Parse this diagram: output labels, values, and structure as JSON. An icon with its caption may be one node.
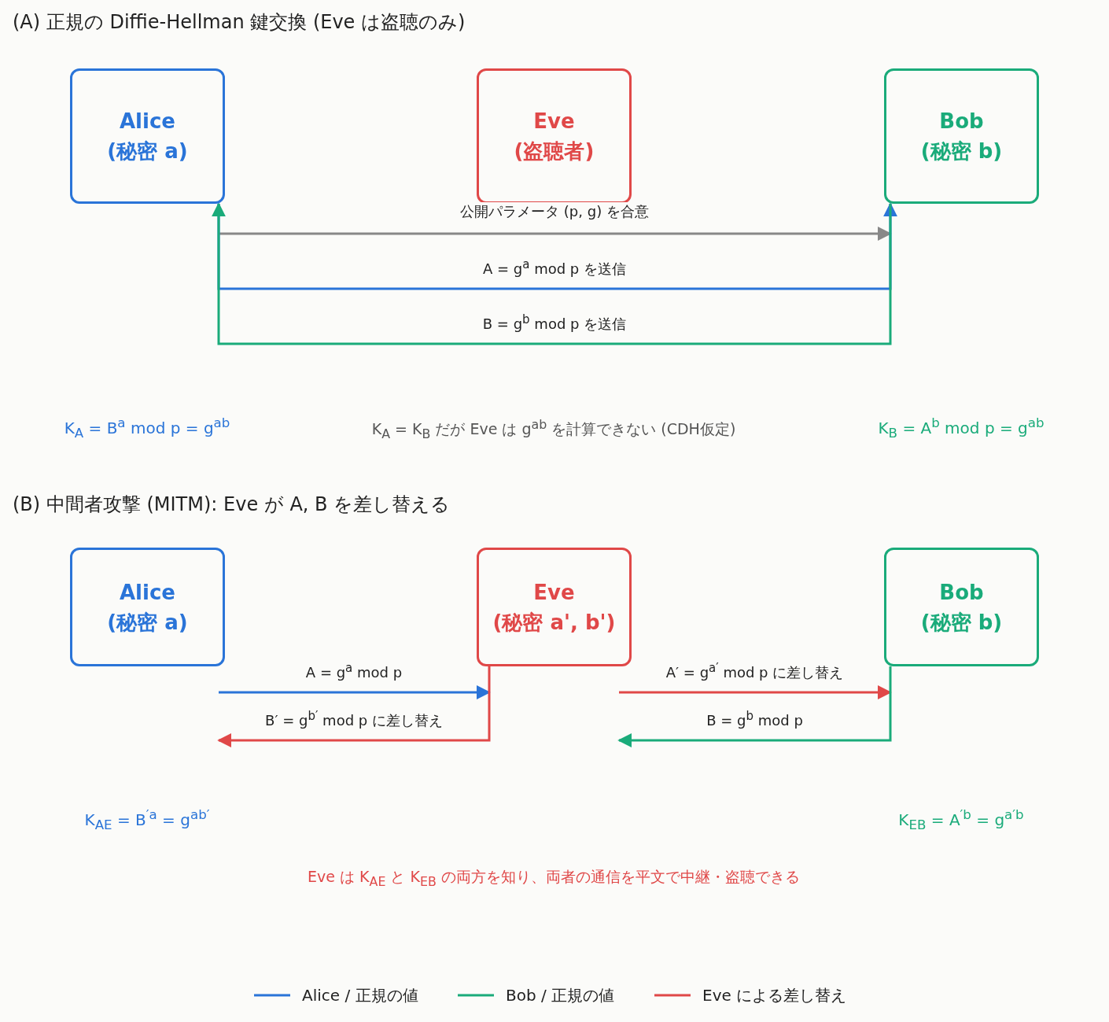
{
  "diagram": {
    "nodes": [
      {
        "text": [
          "Alice",
          "(秘密 a)"
        ]
      },
      {
        "text": [
          "Eve",
          "(盗聴者)"
        ]
      },
      {
        "text": [
          "Bob",
          "(秘密 b)"
        ]
      },
      {
        "text": [
          "Alice",
          "(秘密 a)"
        ]
      },
      {
        "text": [
          "Eve",
          "(秘密 a', b')"
        ]
      },
      {
        "text": [
          "Bob",
          "(秘密 b)"
        ]
      }
    ],
    "edges": [
      {
        "from": 0,
        "to": 2,
        "arrow": "to",
        "label": "公開パラメータ (p, g) を合意",
        "color": "#888888"
      },
      {
        "from": 0,
        "to": 2,
        "arrow": "to",
        "label": "A = g$^{a}$ mod p  を送信",
        "color": "#2a74d8"
      },
      {
        "from": 2,
        "to": 0,
        "arrow": "to",
        "label": "B = g$^{b}$ mod p  を送信",
        "color": "#1aab7a"
      },
      {
        "from": 3,
        "to": 4,
        "arrow": "to",
        "label": "A = g$^{a}$ mod p",
        "color": "#2a74d8"
      },
      {
        "from": 4,
        "to": 3,
        "arrow": "to",
        "label": "B′ = g$^{b′}$ mod p に差し替え",
        "color": "#e04848"
      },
      {
        "from": 4,
        "to": 5,
        "arrow": "to",
        "label": "A′ = g$^{a′}$ mod p に差し替え",
        "color": "#e04848"
      },
      {
        "from": 5,
        "to": 4,
        "arrow": "to",
        "label": "B = g$^{b}$ mod p",
        "color": "#1aab7a"
      }
    ],
    "labels": [
      "(A) 正規の Diffie-Hellman 鍵交換 (Eve は盗聴のみ)",
      "K$_{A}$ = B$^{a}$ mod p = g$^{ab}$",
      "K$_{A}$ = K$_{B}$  だが Eve は g$^{ab}$ を計算できない (CDH仮定)",
      "K$_{B}$ = A$^{b}$ mod p = g$^{ab}$",
      "(B) 中間者攻撃 (MITM): Eve が A, B を差し替える",
      "K$_{AE}$ = B$^{′a}$ = g$^{ab′}$",
      "K$_{EB}$ = A$^{′b}$ = g$^{a′b}$",
      "Eve は K$_{AE}$ と K$_{EB}$ の両方を知り、両者の通信を平文で中継・盗聴できる"
    ],
    "legend": [
      {
        "text": "Alice / 正規の値",
        "color": "#2a74d8"
      },
      {
        "text": "Bob / 正規の値",
        "color": "#1aab7a"
      },
      {
        "text": "Eve による差し替え",
        "color": "#e04848"
      }
    ]
  }
}
